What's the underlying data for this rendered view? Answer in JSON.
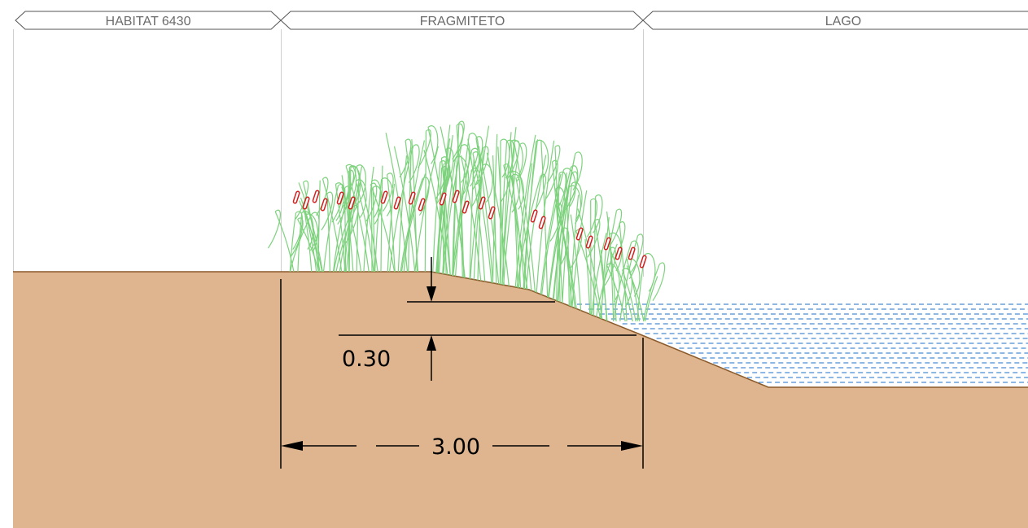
{
  "zones": [
    {
      "label": "HABITAT 6430"
    },
    {
      "label": "FRAGMITETO"
    },
    {
      "label": "LAGO"
    }
  ],
  "dimensions": {
    "vertical": "0.30",
    "horizontal": "3.00"
  },
  "colors": {
    "soil": "#DEB58F",
    "soil_edge": "#8B5A2B",
    "water_dash": "#1E6FC8",
    "reed_green": "#7ED27E",
    "cattail_red": "#D22020",
    "label_gray": "#6b6b6b",
    "divider": "#cfcfcf"
  }
}
